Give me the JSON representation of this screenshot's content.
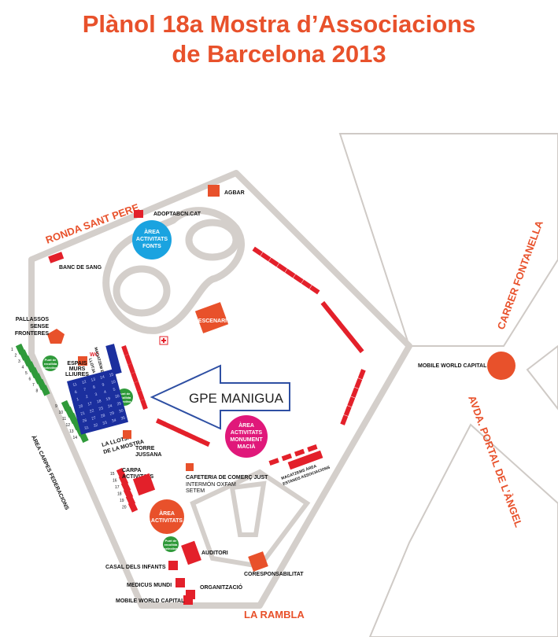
{
  "title": {
    "line1": "Plànol 18a Mostra d’Associacions",
    "line2": "de Barcelona 2013"
  },
  "colors": {
    "accent": "#e8512b",
    "stand": "#e3202a",
    "area_blue": "#1aa3e0",
    "area_magenta": "#e0187a",
    "green": "#2f9a3a",
    "navy": "#1b2f9e",
    "street_bg": "#f3f1ef",
    "arrow_fill": "#ffffff",
    "arrow_stroke": "#2e4fa3"
  },
  "streets": {
    "ronda": "RONDA SANT PERE",
    "fontanella": "CARRER FONTANELLA",
    "portal": "AVDA. PORTAL DE L’ÀNGEL",
    "rambla": "LA RAMBLA"
  },
  "labels": {
    "agbar": "AGBAR",
    "adopta": "ADOPTABCN.CAT",
    "banc": "BANC DE SANG",
    "escenari": "ESCENARI",
    "pallassos": [
      "PALLASSOS",
      "SENSE",
      "FRONTERES"
    ],
    "espais": [
      "ESPAIS",
      "MURS",
      "LLIURES"
    ],
    "wc": "WC",
    "magatzem_llotja": [
      "MAGATZEM ESTANDS",
      "LLOTJA"
    ],
    "punt": [
      "Punt de",
      "recollida",
      "selectiva"
    ],
    "llotja": [
      "LA LLOTJA",
      "DE LA MOSTRA"
    ],
    "torre": [
      "TORRE",
      "JUSSANA"
    ],
    "carpa": [
      "CARPA",
      "ACTIVITATS"
    ],
    "area_carpes": "ÀREA CARPES FEDERACIONS",
    "cafeteria": [
      "CAFETERIA DE COMERÇ JUST",
      "INTERMÓN OXFAM",
      "SETEM"
    ],
    "magatzems_area": [
      "MAGATZEMS ÀREA",
      "ESTANDS ASSOCIACIONS"
    ],
    "casal": "CASAL DELS INFANTS",
    "auditori": "AUDITORI",
    "medicus": "MEDICUS MUNDI",
    "organitzacio": "ORGANITZACIÓ",
    "mwc_bottom": "MOBILE WORLD CAPITAL",
    "mwc_right": "MOBILE WORLD CAPITAL",
    "coresponsabilitat": "CORESPONSABILITAT"
  },
  "areas": {
    "fonts": [
      "ÀREA",
      "ACTIVITATS",
      "FONTS"
    ],
    "monument": [
      "ÀREA",
      "ACTIVITATS",
      "MONUMENT",
      "MACIÀ"
    ],
    "activitats": [
      "ÀREA",
      "ACTIVITATS"
    ]
  },
  "annotation": "GPE MANIGUA",
  "green_stalls_left": [
    "1",
    "2",
    "3",
    "4",
    "5",
    "6",
    "7",
    "8"
  ],
  "green_stalls_mid": [
    "9",
    "10",
    "11",
    "12",
    "13",
    "14"
  ],
  "carpa_stalls": [
    "15",
    "16",
    "17",
    "18",
    "19",
    "20"
  ],
  "llotja_grid": [
    [
      "11",
      "12",
      "13",
      "14",
      "15"
    ],
    [
      "6",
      "7",
      "8",
      "9",
      "10"
    ],
    [
      "1",
      "2",
      "3",
      "4",
      "5"
    ],
    [
      "16",
      "17",
      "18",
      "19",
      "20"
    ],
    [
      "21",
      "22",
      "23",
      "24",
      "25"
    ],
    [
      "26",
      "27",
      "28",
      "29",
      "30"
    ],
    [
      "31",
      "32",
      "33",
      "34",
      "35"
    ]
  ]
}
